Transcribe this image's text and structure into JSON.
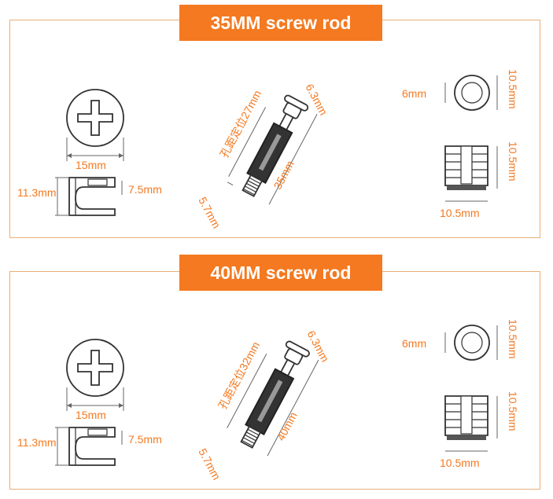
{
  "sections": [
    {
      "title": "35MM screw rod",
      "cam_diameter": "15mm",
      "cam_height": "11.3mm",
      "cam_depth": "7.5mm",
      "rod_head": "6.3mm",
      "rod_hole_spacing": "孔距定位27mm",
      "rod_length": "35mm",
      "rod_thread": "5.7mm",
      "washer_inner": "6mm",
      "washer_outer": "10.5mm",
      "dowel_height": "10.5mm",
      "dowel_width": "10.5mm"
    },
    {
      "title": "40MM screw rod",
      "cam_diameter": "15mm",
      "cam_height": "11.3mm",
      "cam_depth": "7.5mm",
      "rod_head": "6.3mm",
      "rod_hole_spacing": "孔距定位32mm",
      "rod_length": "40mm",
      "rod_thread": "5.7mm",
      "washer_inner": "6mm",
      "washer_outer": "10.5mm",
      "dowel_height": "10.5mm",
      "dowel_width": "10.5mm"
    }
  ],
  "colors": {
    "accent": "#f47920",
    "border": "#e8b07a",
    "line": "#333333"
  }
}
